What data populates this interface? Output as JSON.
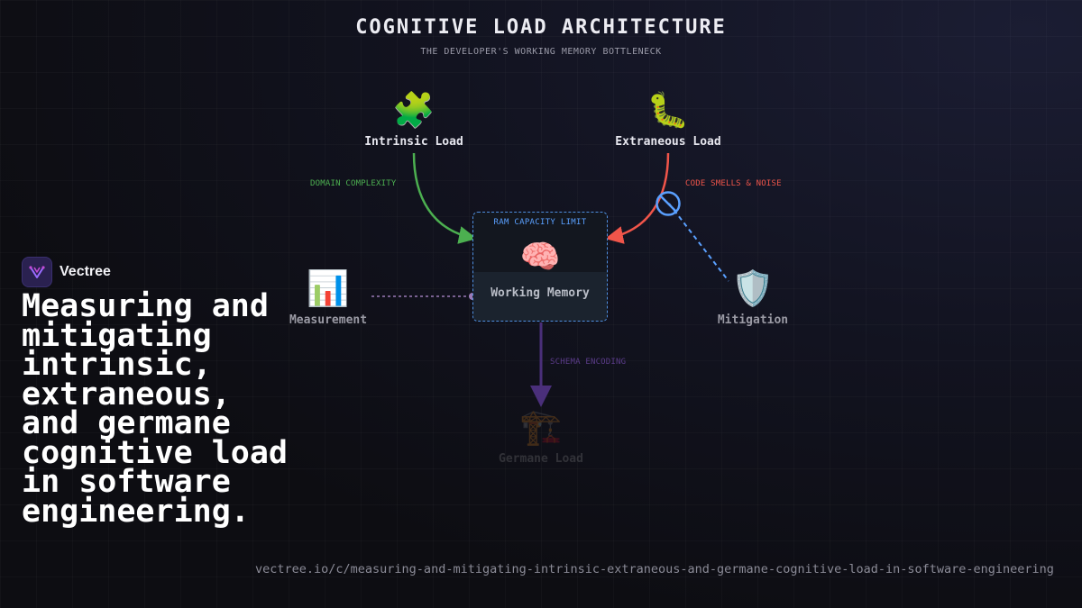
{
  "diagram": {
    "title": "COGNITIVE LOAD ARCHITECTURE",
    "subtitle": "THE DEVELOPER'S WORKING MEMORY BOTTLENECK",
    "nodes": {
      "intrinsic": {
        "icon": "🧩",
        "icon_name": "puzzle-icon",
        "label": "Intrinsic Load"
      },
      "extraneous": {
        "icon": "🐛",
        "icon_name": "bug-icon",
        "label": "Extraneous Load"
      },
      "measurement": {
        "icon": "📊",
        "icon_name": "bar-chart-icon",
        "label": "Measurement"
      },
      "mitigation": {
        "icon": "🛡️",
        "icon_name": "shield-icon",
        "label": "Mitigation"
      },
      "germane": {
        "icon": "🏗️",
        "icon_name": "construction-crane-icon",
        "label": "Germane Load"
      }
    },
    "working_memory": {
      "limit_label": "RAM CAPACITY LIMIT",
      "icon": "🧠",
      "icon_name": "brain-icon",
      "label": "Working Memory"
    },
    "edges": {
      "domain": "DOMAIN COMPLEXITY",
      "smells": "CODE SMELLS & NOISE",
      "schema": "SCHEMA ENCODING"
    },
    "colors": {
      "intrinsic": "#4caf50",
      "extraneous": "#f0554a",
      "mitigation": "#5aa0ff",
      "germane": "#4a2f7a",
      "measurement": "#9b7bb8"
    }
  },
  "brand": {
    "name": "Vectree"
  },
  "headline": "Measuring and mitigating intrinsic, extraneous, and germane cognitive load in software engineering.",
  "url": "vectree.io/c/measuring-and-mitigating-intrinsic-extraneous-and-germane-cognitive-load-in-software-engineering"
}
